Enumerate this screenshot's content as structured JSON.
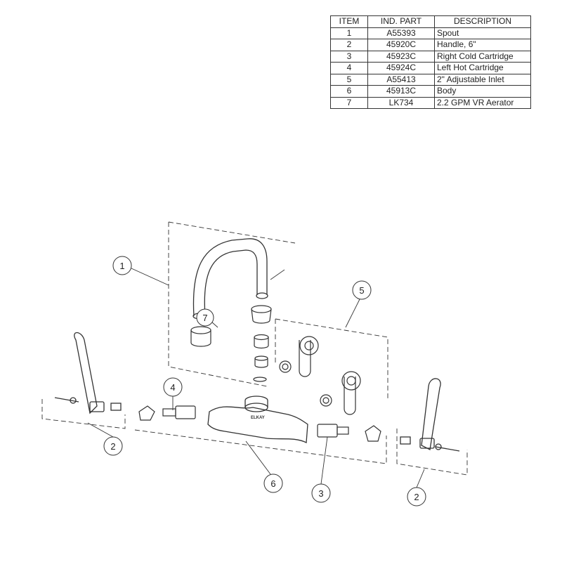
{
  "table": {
    "headers": [
      "ITEM",
      "IND. PART",
      "DESCRIPTION"
    ],
    "rows": [
      {
        "item": "1",
        "part": "A55393",
        "description": "Spout"
      },
      {
        "item": "2",
        "part": "45920C",
        "description": "Handle, 6\""
      },
      {
        "item": "3",
        "part": "45923C",
        "description": "Right Cold Cartridge"
      },
      {
        "item": "4",
        "part": "45924C",
        "description": "Left Hot Cartridge"
      },
      {
        "item": "5",
        "part": "A55413",
        "description": "2\" Adjustable Inlet"
      },
      {
        "item": "6",
        "part": "45913C",
        "description": "Body"
      },
      {
        "item": "7",
        "part": "LK734",
        "description": "2.2 GPM VR Aerator"
      }
    ]
  },
  "callouts": {
    "spout": "1",
    "inlet": "5",
    "aerator": "7",
    "left_cartridge": "4",
    "left_handle": "2",
    "body": "6",
    "right_cartridge": "3",
    "right_handle": "2"
  },
  "body_logo": "ELKAY"
}
